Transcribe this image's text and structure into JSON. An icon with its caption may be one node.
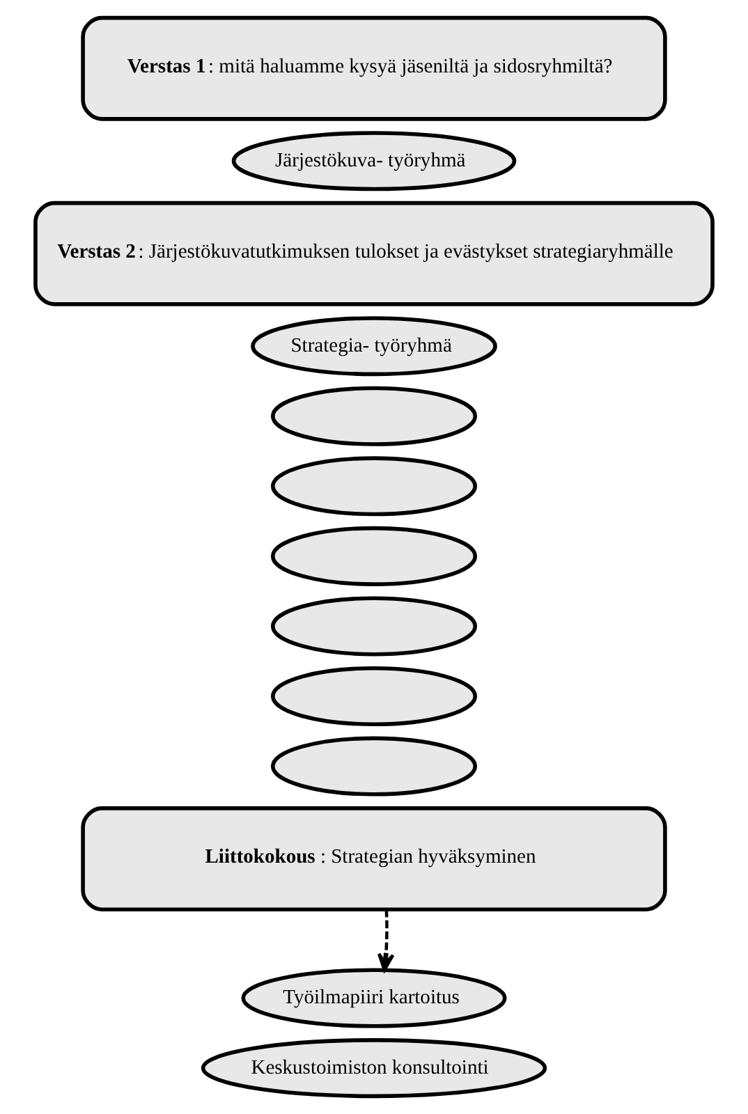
{
  "diagram": {
    "nodes": [
      {
        "text": [
          "**Verstas 1**: mitä haluamme kysyä jäseniltä ja sidosryhmiltä?"
        ]
      },
      {
        "text": [
          "Järjestökuva- työryhmä"
        ]
      },
      {
        "text": [
          "**Verstas 2**: Järjestökuvatutkimuksen tulokset ja evästykset strategiaryhmälle"
        ]
      },
      {
        "text": [
          "Strategia- työryhmä"
        ]
      },
      {
        "text": [],
        "shape": "ellipse"
      },
      {
        "text": [],
        "shape": "ellipse"
      },
      {
        "text": [],
        "shape": "ellipse"
      },
      {
        "text": [],
        "shape": "ellipse"
      },
      {
        "text": [],
        "shape": "ellipse"
      },
      {
        "text": [],
        "shape": "ellipse"
      },
      {
        "text": [
          "**Liittokokous**: Strategian hyväksyminen"
        ]
      },
      {
        "text": [
          "Työilmapiiri kartoitus"
        ]
      },
      {
        "text": [
          "Keskustoimiston konsultointi"
        ]
      }
    ],
    "edges": [
      {
        "from": 10,
        "to": 11,
        "arrow": "to",
        "style": "dashed"
      }
    ]
  }
}
